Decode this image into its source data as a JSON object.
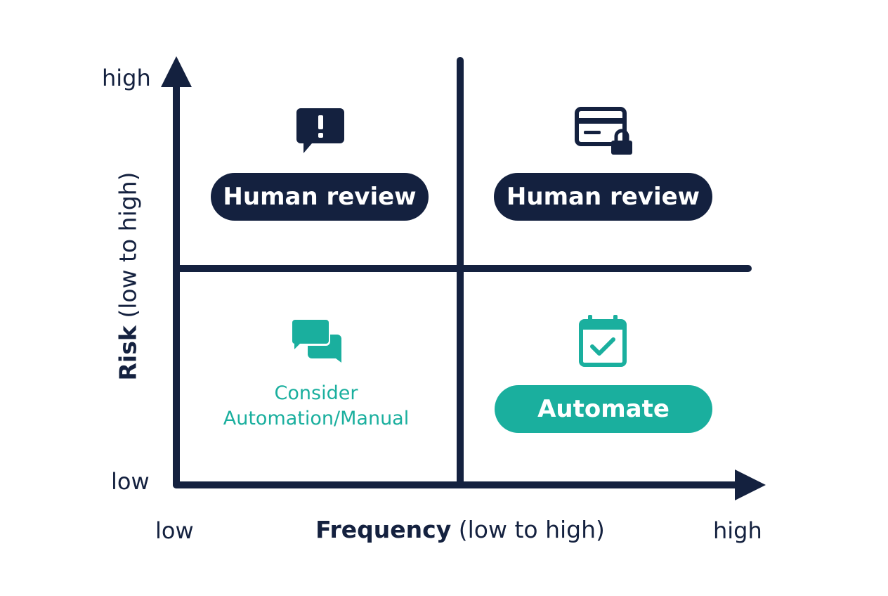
{
  "axes": {
    "y_high": "high",
    "y_low": "low",
    "x_low": "low",
    "x_high": "high",
    "x_title_bold": "Frequency",
    "x_title_rest": "(low to high)",
    "y_title_bold": "Risk",
    "y_title_rest": "(low to high)"
  },
  "quadrants": {
    "top_left": {
      "label": "Human review",
      "icon": "alert-message-icon"
    },
    "top_right": {
      "label": "Human review",
      "icon": "locked-card-icon"
    },
    "bottom_left": {
      "label_line1": "Consider",
      "label_line2": "Automation/Manual",
      "icon": "chat-bubbles-icon"
    },
    "bottom_right": {
      "label": "Automate",
      "icon": "calendar-check-icon"
    }
  },
  "colors": {
    "navy": "#14213f",
    "teal": "#1aaf9e"
  }
}
